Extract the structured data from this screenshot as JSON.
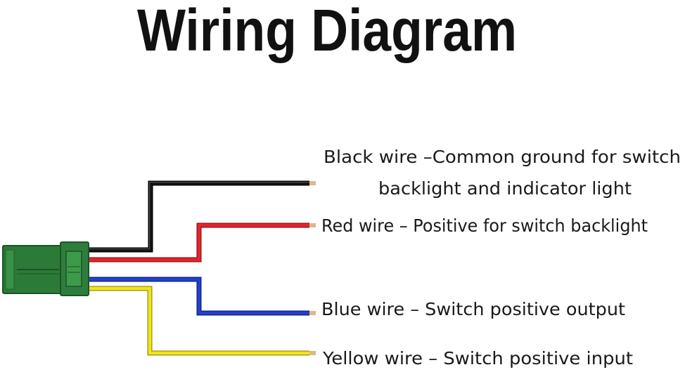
{
  "title": "Wiring Diagram",
  "colors": {
    "black_wire": "#161616",
    "red_wire": "#e8232a",
    "blue_wire": "#1f3fd6",
    "yellow_wire": "#f2e31b",
    "connector": "#2f7d3c"
  },
  "labels": {
    "black_line1": "Black wire –Common ground for switch",
    "black_line2": "backlight and indicator light",
    "red": "Red wire  –  Positive for switch backlight",
    "blue": "Blue wire  –  Switch positive output",
    "yellow": "Yellow wire  –  Switch positive input"
  }
}
